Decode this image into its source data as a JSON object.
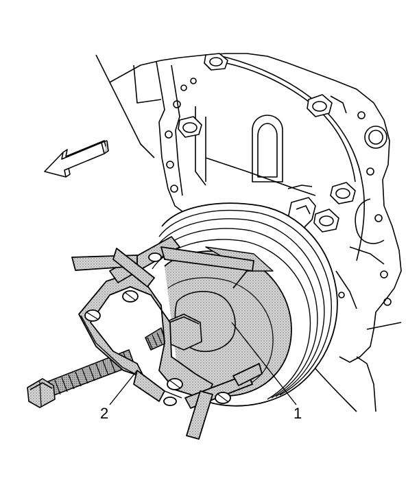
{
  "figure": {
    "callouts": [
      {
        "id": "1",
        "text": "1"
      },
      {
        "id": "2",
        "text": "2"
      }
    ],
    "icons": {
      "direction_arrow": "left-arrow-icon"
    },
    "colors": {
      "line": "#000000",
      "stipple": "#bdbdbd",
      "background": "#ffffff"
    }
  }
}
